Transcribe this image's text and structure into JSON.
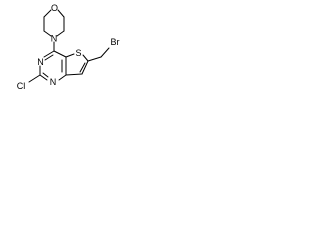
{
  "molecule": {
    "atoms": {
      "morpholine_oxygen": "O",
      "morpholine_nitrogen": "N",
      "pyrimidine_nitrogen_1": "N",
      "pyrimidine_nitrogen_2": "N",
      "thiophene_sulfur": "S",
      "chlorine": "Cl",
      "bromine": "Br"
    }
  },
  "colors": {
    "background": "#ffffff",
    "bonds": "#000000",
    "labels": "#000000"
  }
}
